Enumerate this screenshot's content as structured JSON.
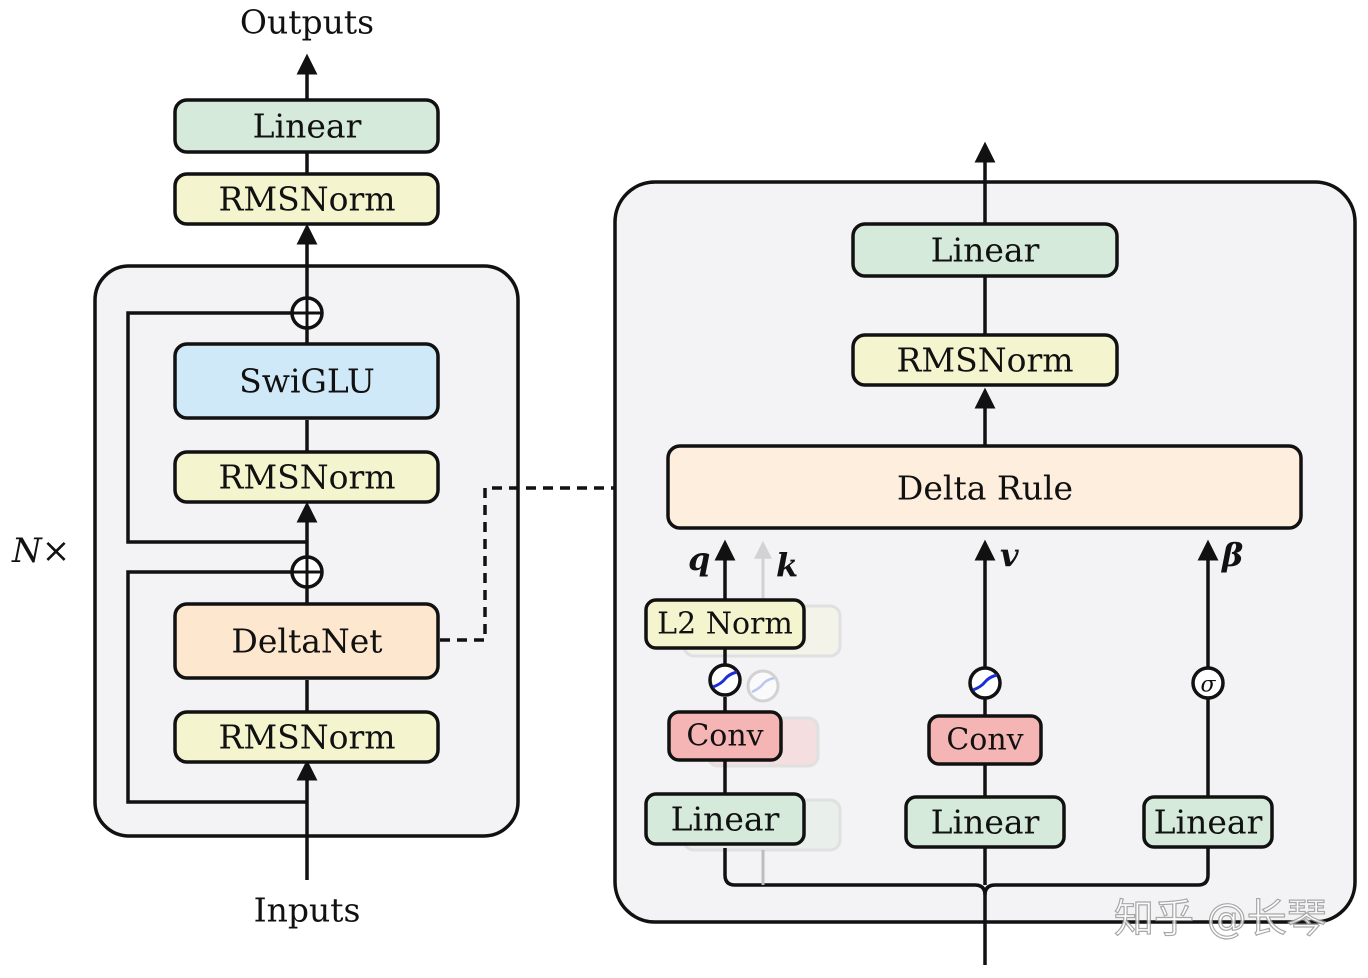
{
  "left": {
    "outputs_label": "Outputs",
    "inputs_label": "Inputs",
    "repeat_label": "N×",
    "linear_top": "Linear",
    "rmsnorm_top": "RMSNorm",
    "swiglu": "SwiGLU",
    "rmsnorm_mid": "RMSNorm",
    "deltanet": "DeltaNet",
    "rmsnorm_bottom": "RMSNorm"
  },
  "right": {
    "linear_top": "Linear",
    "rmsnorm": "RMSNorm",
    "delta_rule": "Delta Rule",
    "q_label": "q",
    "k_label": "k",
    "v_label": "v",
    "beta_label": "β",
    "sigma_label": "σ",
    "l2norm": "L2 Norm",
    "conv_q": "Conv",
    "conv_v": "Conv",
    "linear_q": "Linear",
    "linear_v": "Linear",
    "linear_beta": "Linear"
  },
  "colors": {
    "linear": "#d5eadb",
    "rmsnorm": "#f4f5cf",
    "swiglu": "#cfe9f8",
    "deltanet": "#fde7cf",
    "delta_rule": "#fdeedd",
    "conv": "#f6b5b5",
    "panel": "#f3f3f5",
    "activation_curve": "#1a2fd6"
  },
  "watermark": "知乎 @长琴"
}
